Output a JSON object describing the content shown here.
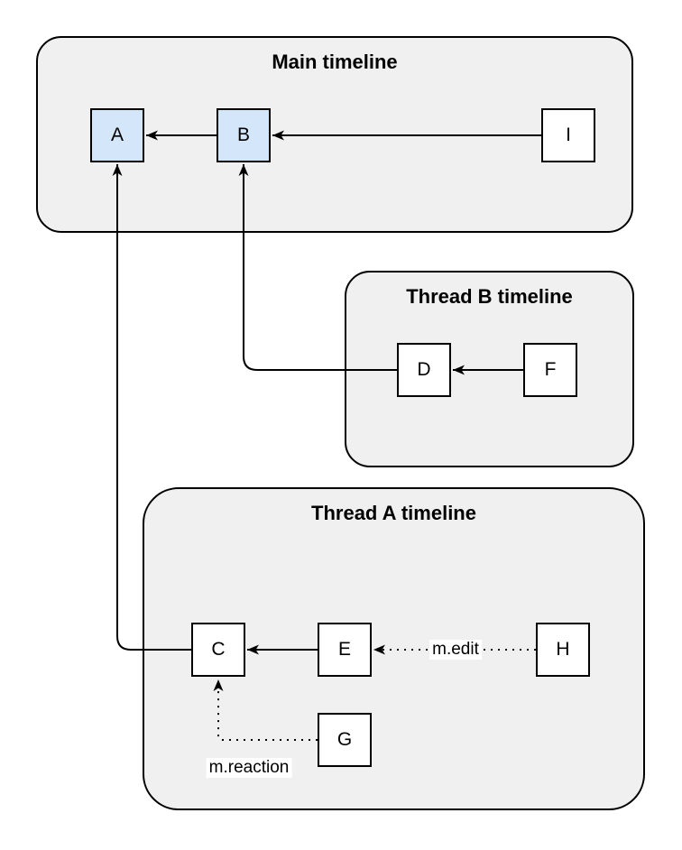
{
  "diagram": {
    "containers": [
      {
        "id": "main",
        "title": "Main timeline"
      },
      {
        "id": "threadB",
        "title": "Thread B timeline"
      },
      {
        "id": "threadA",
        "title": "Thread A timeline"
      }
    ],
    "nodes": [
      {
        "id": "A",
        "label": "A",
        "container": "main",
        "variant": "highlight"
      },
      {
        "id": "B",
        "label": "B",
        "container": "main",
        "variant": "highlight"
      },
      {
        "id": "I",
        "label": "I",
        "container": "main",
        "variant": "plain"
      },
      {
        "id": "D",
        "label": "D",
        "container": "threadB",
        "variant": "plain"
      },
      {
        "id": "F",
        "label": "F",
        "container": "threadB",
        "variant": "plain"
      },
      {
        "id": "C",
        "label": "C",
        "container": "threadA",
        "variant": "plain"
      },
      {
        "id": "E",
        "label": "E",
        "container": "threadA",
        "variant": "plain"
      },
      {
        "id": "H",
        "label": "H",
        "container": "threadA",
        "variant": "plain"
      },
      {
        "id": "G",
        "label": "G",
        "container": "threadA",
        "variant": "plain"
      }
    ],
    "edges": [
      {
        "from": "B",
        "to": "A",
        "style": "solid",
        "label": ""
      },
      {
        "from": "I",
        "to": "B",
        "style": "solid",
        "label": ""
      },
      {
        "from": "F",
        "to": "D",
        "style": "solid",
        "label": ""
      },
      {
        "from": "D",
        "to": "B",
        "style": "solid",
        "label": ""
      },
      {
        "from": "E",
        "to": "C",
        "style": "solid",
        "label": ""
      },
      {
        "from": "C",
        "to": "A",
        "style": "solid",
        "label": ""
      },
      {
        "from": "H",
        "to": "E",
        "style": "dotted",
        "label": "m.edit"
      },
      {
        "from": "G",
        "to": "C",
        "style": "dotted",
        "label": "m.reaction"
      }
    ],
    "colors": {
      "container_fill": "#f0f0f0",
      "container_border": "#000000",
      "node_fill": "#ffffff",
      "node_fill_highlight": "#d4e6f9",
      "node_border": "#000000",
      "edge": "#000000"
    }
  }
}
